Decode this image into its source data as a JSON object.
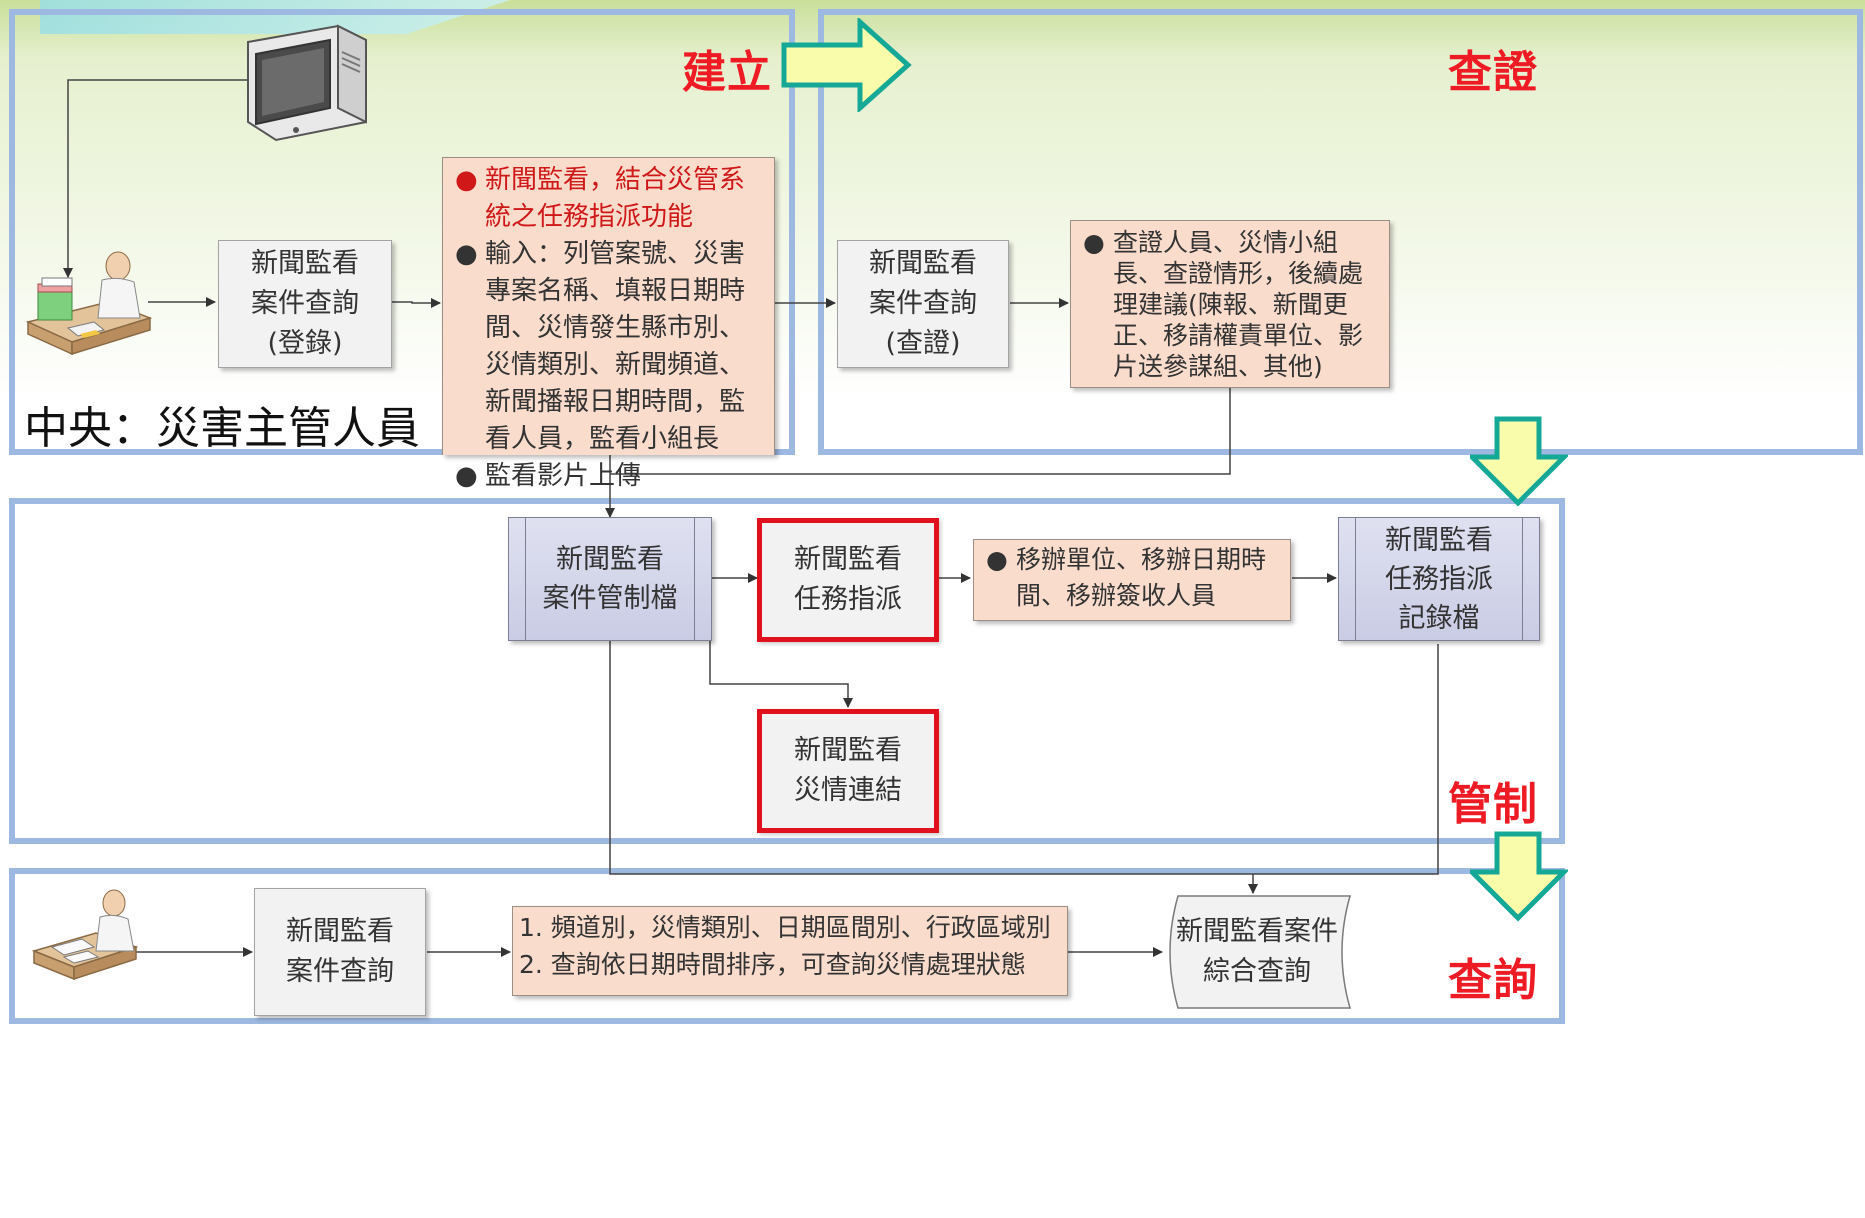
{
  "stages": {
    "create": "建立",
    "verify": "查證",
    "control": "管制",
    "query": "查詢"
  },
  "caption": "中央：災害主管人員",
  "boxes": {
    "register_query": "新聞監看\n案件查詢\n(登錄)",
    "verify_query": "新聞監看\n案件查詢\n(查證)",
    "control_file": "新聞監看\n案件管制檔",
    "task_assign": "新聞監看\n任務指派",
    "disaster_link": "新聞監看\n災情連結",
    "assign_record": "新聞監看\n任務指派\n記錄檔",
    "case_query": "新聞監看\n案件查詢",
    "comprehensive_query": "新聞監看案件\n綜合查詢"
  },
  "notes": {
    "register": {
      "item1": "新聞監看，結合災管系統之任務指派功能",
      "item2": "輸入：列管案號、災害專案名稱、填報日期時間、災情發生縣市別、災情類別、新聞頻道、新聞播報日期時間，監看人員，監看小組長",
      "item3": "監看影片上傳"
    },
    "verify": {
      "item1": "查證人員、災情小組長、查證情形，後續處理建議(陳報、新聞更正、移請權責單位、影片送參謀組、其他)"
    },
    "assign": {
      "item1": "移辦單位、移辦日期時間、移辦簽收人員"
    },
    "query": {
      "line1": "1. 頻道別，災情類別、日期區間別、行政區域別",
      "line2": "2. 查詢依日期時間排序，可查詢災情處理狀態"
    }
  },
  "colors": {
    "region_border": "#9db8e1",
    "note_fill": "#fadccc",
    "process_fill": "#f2f2f2",
    "datastore_fill": "#d4d7ea",
    "highlight_border": "#e0101e",
    "stage_label": "#ee1b24",
    "arrow_fill": "#f9fcab",
    "arrow_stroke": "#15a896"
  }
}
